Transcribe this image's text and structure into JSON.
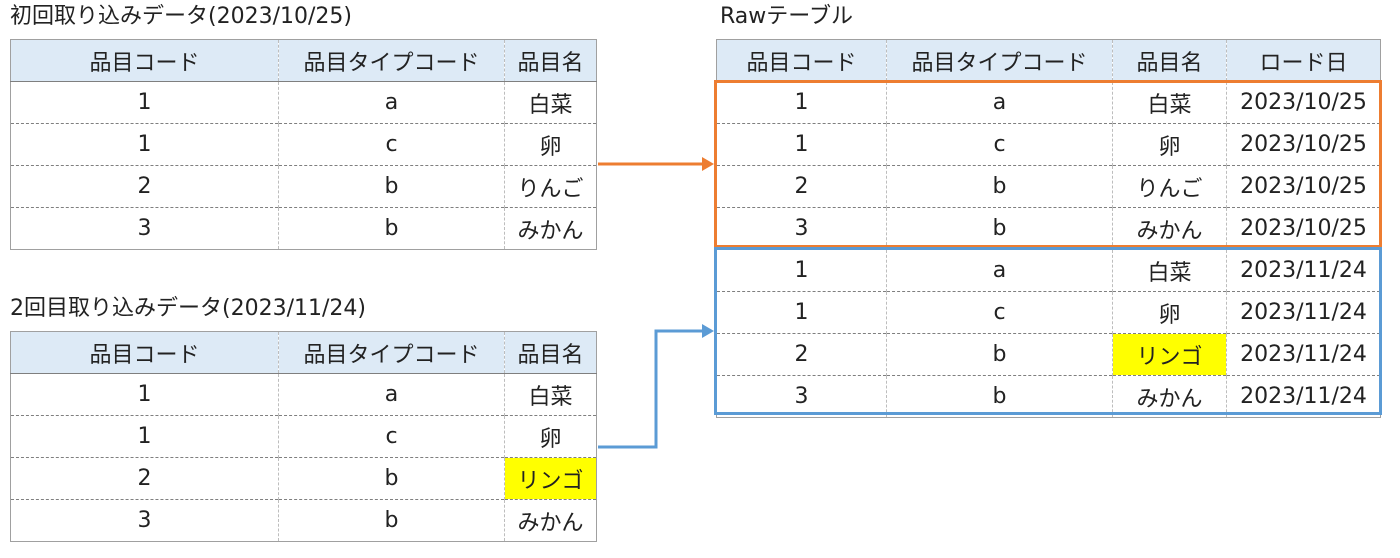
{
  "colors": {
    "header_bg": "#ddeaf6",
    "highlight": "#ffff00",
    "first_import_arrow": "#ed7d31",
    "second_import_arrow": "#5b9bd5"
  },
  "first_import": {
    "title": "初回取り込みデータ(2023/10/25)",
    "headers": [
      "品目コード",
      "品目タイプコード",
      "品目名"
    ],
    "rows": [
      [
        "1",
        "a",
        "白菜"
      ],
      [
        "1",
        "c",
        "卵"
      ],
      [
        "2",
        "b",
        "りんご"
      ],
      [
        "3",
        "b",
        "みかん"
      ]
    ]
  },
  "second_import": {
    "title": "2回目取り込みデータ(2023/11/24)",
    "headers": [
      "品目コード",
      "品目タイプコード",
      "品目名"
    ],
    "rows": [
      [
        "1",
        "a",
        "白菜"
      ],
      [
        "1",
        "c",
        "卵"
      ],
      [
        "2",
        "b",
        "リンゴ"
      ],
      [
        "3",
        "b",
        "みかん"
      ]
    ],
    "highlighted_cell": "リンゴ"
  },
  "raw_table": {
    "title": "Rawテーブル",
    "headers": [
      "品目コード",
      "品目タイプコード",
      "品目名",
      "ロード日"
    ],
    "rows": [
      [
        "1",
        "a",
        "白菜",
        "2023/10/25"
      ],
      [
        "1",
        "c",
        "卵",
        "2023/10/25"
      ],
      [
        "2",
        "b",
        "りんご",
        "2023/10/25"
      ],
      [
        "3",
        "b",
        "みかん",
        "2023/10/25"
      ],
      [
        "1",
        "a",
        "白菜",
        "2023/11/24"
      ],
      [
        "1",
        "c",
        "卵",
        "2023/11/24"
      ],
      [
        "2",
        "b",
        "リンゴ",
        "2023/11/24"
      ],
      [
        "3",
        "b",
        "みかん",
        "2023/11/24"
      ]
    ],
    "highlighted_cell": "リンゴ"
  }
}
